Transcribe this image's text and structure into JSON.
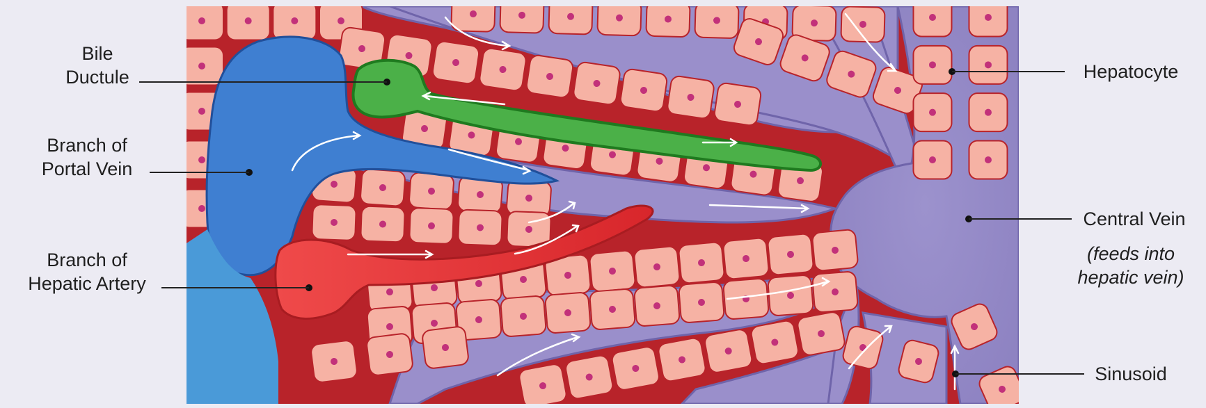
{
  "labels": {
    "bile_ductule": [
      "Bile",
      "Ductule"
    ],
    "portal_vein": [
      "Branch of",
      "Portal Vein"
    ],
    "hepatic_artery": [
      "Branch of",
      "Hepatic Artery"
    ],
    "hepatocyte": "Hepatocyte",
    "central_vein": "Central Vein",
    "central_vein_note": [
      "(feeds into",
      "hepatic vein)"
    ],
    "sinusoid": "Sinusoid"
  },
  "colors": {
    "background": "#ecebf3",
    "hepatocyte": "#f6b2a4",
    "hepatocyte_nucleus": "#c2317a",
    "blood": "#b01f22",
    "sinusoid": "#9a8fcb",
    "central_vein": "#958bc8",
    "portal_vein": "#3f7fd1",
    "hepatic_artery": "#e2333a",
    "bile_ductule": "#4bb048"
  }
}
